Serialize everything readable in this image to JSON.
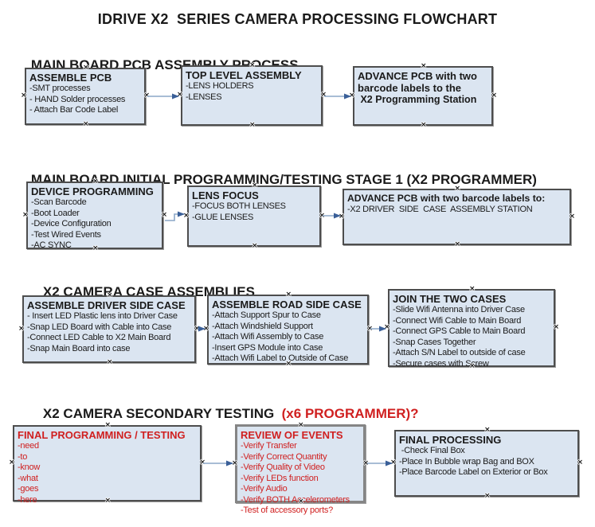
{
  "title": "IDRIVE X2  SERIES CAMERA PROCESSING FLOWCHART",
  "colors": {
    "box-fill": "#dbe5f1",
    "box-border": "#4d4d4d",
    "arrow-line": "#8ba7c7",
    "arrow-head": "#3a5f98",
    "red": "#d02020",
    "text": "#1a1a1a"
  },
  "sections": [
    {
      "heading": "MAIN BOARD PCB ASSEMBLY PROCESS",
      "heading_red": "",
      "boxes": [
        {
          "title": "ASSEMBLE PCB",
          "lines": [
            "-SMT processes",
            "- HAND Solder processes",
            "- Attach Bar Code Label"
          ]
        },
        {
          "title": "TOP LEVEL ASSEMBLY",
          "lines": [
            "-LENS HOLDERS",
            "-LENSES"
          ]
        },
        {
          "title": "ADVANCE PCB with two barcode labels to the",
          "lines": [
            " X2 Programming Station"
          ]
        }
      ]
    },
    {
      "heading": "MAIN BOARD INITIAL PROGRAMMING/TESTING STAGE 1 (X2 PROGRAMMER)",
      "heading_red": "",
      "boxes": [
        {
          "title": "DEVICE PROGRAMMING",
          "lines": [
            "-Scan Barcode",
            "-Boot Loader",
            "-Device Configuration",
            "-Test Wired Events",
            "-AC SYNC"
          ]
        },
        {
          "title": "LENS FOCUS",
          "lines": [
            "-FOCUS BOTH LENSES",
            "-GLUE LENSES"
          ]
        },
        {
          "title": "ADVANCE PCB with two barcode labels to:",
          "lines": [
            "-X2 DRIVER  SIDE  CASE  ASSEMBLY STATION"
          ]
        }
      ]
    },
    {
      "heading": "X2 CAMERA CASE ASSEMBLIES",
      "heading_red": "",
      "boxes": [
        {
          "title": "ASSEMBLE DRIVER SIDE CASE",
          "lines": [
            "- Insert LED Plastic lens into Driver Case",
            "-Snap LED Board with Cable into Case",
            "-Connect LED Cable to X2 Main Board",
            "-Snap Main Board into case"
          ]
        },
        {
          "title": "ASSEMBLE ROAD SIDE CASE",
          "lines": [
            "-Attach Support Spur to Case",
            "-Attach Windshield Support",
            "-Attach Wifi Assembly to Case",
            "-Insert GPS Module into Case",
            "-Attach Wifi Label to Outside of Case"
          ]
        },
        {
          "title": "JOIN THE TWO CASES",
          "lines": [
            "-Slide Wifi Antenna into Driver Case",
            "-Connect Wifi Cable to Main Board",
            "-Connect GPS Cable to Main Board",
            "-Snap Cases Together",
            "-Attach S/N Label to outside of case",
            "-Secure cases with Screw"
          ]
        }
      ]
    },
    {
      "heading": "X2 CAMERA SECONDARY TESTING",
      "heading_red": "  (x6 PROGRAMMER)?",
      "boxes": [
        {
          "title": "FINAL PROGRAMMING / TESTING",
          "lines": [
            "-need",
            "-to",
            "-know",
            "-what",
            "-goes",
            "-here"
          ]
        },
        {
          "title": "REVIEW OF EVENTS",
          "lines": [
            "-Verify Transfer",
            "-Verify Correct Quantity",
            "-Verify Quality of Video",
            "-Verify LEDs function",
            "-Verify Audio",
            "-Verify BOTH Accelerometers",
            "-Test of accessory ports?"
          ]
        },
        {
          "title": "FINAL PROCESSING",
          "lines": [
            " -Check Final Box",
            "-Place In Bubble wrap Bag and BOX",
            "-Place Barcode Label on Exterior or Box"
          ]
        }
      ]
    }
  ]
}
